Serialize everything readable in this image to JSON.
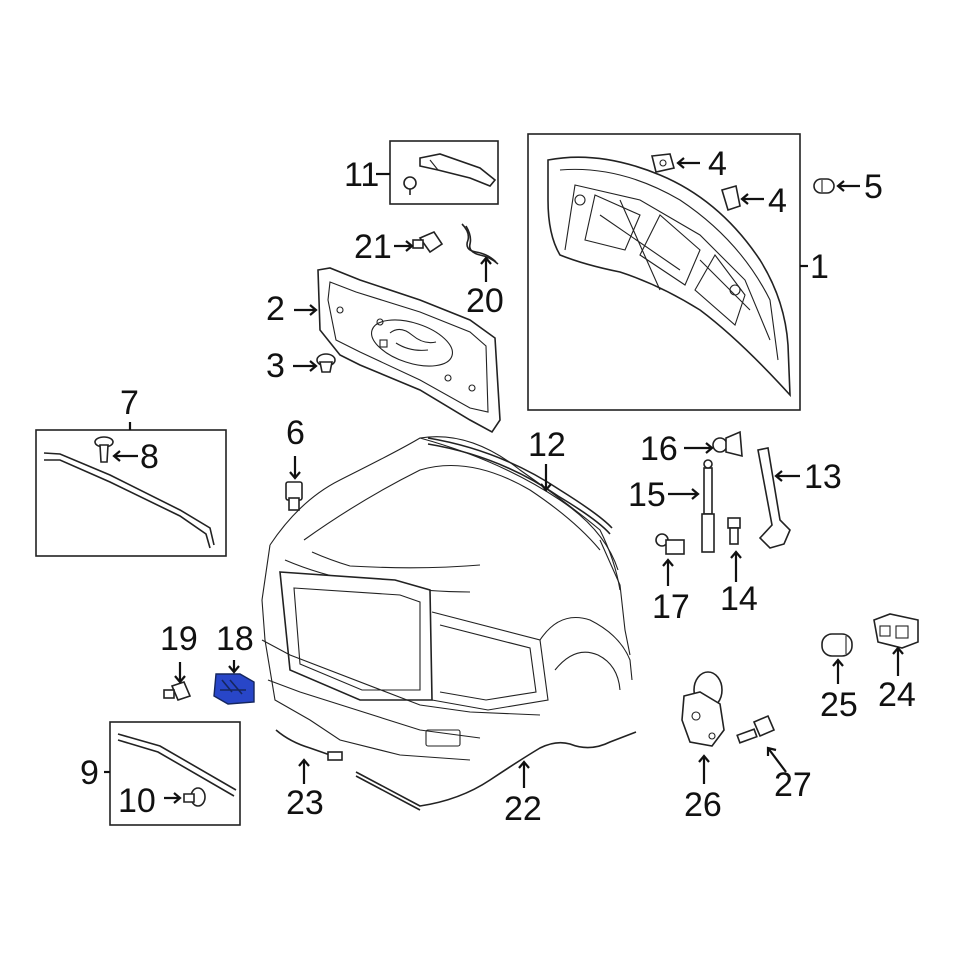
{
  "diagram": {
    "highlight_color": "#2846c8",
    "line_color": "#222222",
    "callouts": [
      {
        "id": "c1",
        "text": "1"
      },
      {
        "id": "c2",
        "text": "2"
      },
      {
        "id": "c3",
        "text": "3"
      },
      {
        "id": "c4a",
        "text": "4"
      },
      {
        "id": "c4b",
        "text": "4"
      },
      {
        "id": "c5",
        "text": "5"
      },
      {
        "id": "c6",
        "text": "6"
      },
      {
        "id": "c7",
        "text": "7"
      },
      {
        "id": "c8",
        "text": "8"
      },
      {
        "id": "c9",
        "text": "9"
      },
      {
        "id": "c10",
        "text": "10"
      },
      {
        "id": "c11",
        "text": "11"
      },
      {
        "id": "c12",
        "text": "12"
      },
      {
        "id": "c13",
        "text": "13"
      },
      {
        "id": "c14",
        "text": "14"
      },
      {
        "id": "c15",
        "text": "15"
      },
      {
        "id": "c16",
        "text": "16"
      },
      {
        "id": "c17",
        "text": "17"
      },
      {
        "id": "c18",
        "text": "18"
      },
      {
        "id": "c19",
        "text": "19"
      },
      {
        "id": "c20",
        "text": "20"
      },
      {
        "id": "c21",
        "text": "21"
      },
      {
        "id": "c22",
        "text": "22"
      },
      {
        "id": "c23",
        "text": "23"
      },
      {
        "id": "c24",
        "text": "24"
      },
      {
        "id": "c25",
        "text": "25"
      },
      {
        "id": "c26",
        "text": "26"
      },
      {
        "id": "c27",
        "text": "27"
      }
    ]
  }
}
